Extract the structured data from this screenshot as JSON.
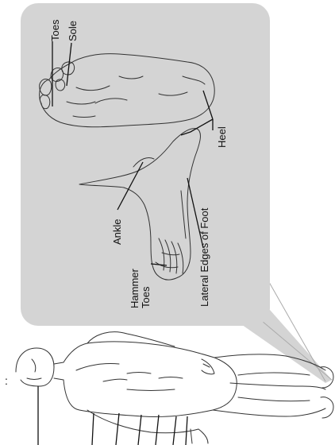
{
  "labels": {
    "toes": "Toes",
    "sole": "Sole",
    "heel": "Heel",
    "ankle": "Ankle",
    "lateral_edges": "Lateral Edges of Foot",
    "hammer_line1": "Hammer",
    "hammer_line2": "Toes"
  },
  "colors": {
    "panel_fill": "#d4d4d4",
    "outline": "#333333",
    "text": "#111111"
  }
}
